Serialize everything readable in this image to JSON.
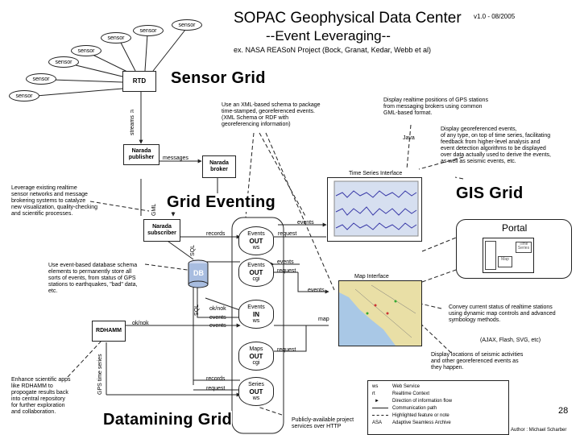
{
  "header": {
    "title": "SOPAC Geophysical Data Center",
    "subtitle": "--Event Leveraging--",
    "project": "ex. NASA REASoN Project (Bock, Granat, Kedar, Webb et al)",
    "version": "v1.0 - 08/2005"
  },
  "grid_labels": {
    "sensor": "Sensor Grid",
    "eventing": "Grid Eventing",
    "gis": "GIS Grid",
    "datamining": "Datamining Grid"
  },
  "sensors": [
    "sensor",
    "sensor",
    "sensor",
    "sensor",
    "sensor",
    "sensor",
    "sensor"
  ],
  "nodes": {
    "rtd": "RTD",
    "narada_publisher": [
      "Narada",
      "publisher"
    ],
    "narada_broker": [
      "Narada",
      "broker"
    ],
    "narada_subscriber": [
      "Narada",
      "subscriber"
    ],
    "rdhamm": "RDHAMM",
    "db": "DB"
  },
  "services": [
    {
      "line1": "Events",
      "line2": "OUT",
      "line3": "ws"
    },
    {
      "line1": "Events",
      "line2": "OUT",
      "line3": "cgi"
    },
    {
      "line1": "Events",
      "line2": "IN",
      "line3": "ws"
    },
    {
      "line1": "Maps",
      "line2": "OUT",
      "line3": "cgi"
    },
    {
      "line1": "Series",
      "line2": "OUT",
      "line3": "ws"
    }
  ],
  "edge_labels": {
    "streams_rt": "streams",
    "rt": "rt",
    "messages_rt": "messages",
    "gml_rt": "GML",
    "records": "records",
    "request": "request",
    "events": "events",
    "sql": "SQL",
    "ok_nok": "ok/nok",
    "ok_nok2": "ok/nok",
    "events2": "events",
    "events3": "events",
    "events4": "events",
    "map": "map",
    "request2": "request",
    "request3": "request",
    "records2": "records",
    "request4": "request",
    "gps_time_series": "GPS time series",
    "java": "Java"
  },
  "interfaces": {
    "time_series": "Time Series Interface",
    "map": "Map Interface",
    "portal": "Portal",
    "time_series_small": "Time Series",
    "map_small": "Map"
  },
  "notes": {
    "xml": [
      "Use an XML-based schema to package",
      "time-stamped, georeferenced events.",
      "(XML Schema or RDF with",
      "georeferencing information)"
    ],
    "display1": [
      "Display realtime positions of GPS stations",
      "from messaging brokers using common",
      "GML-based format."
    ],
    "display2": [
      "Display georeferenced events,",
      "of any type, on top of time series, facilitating",
      "feedback from higher-level analysis and",
      "event detection algorithms to be displayed",
      "over data actually used to derive the events,",
      "as well as seismic events, etc."
    ],
    "leverage": [
      "Leverage existing realtime",
      "sensor networks and message",
      "brokering systems to catalyze",
      "new visualization, quality-checking",
      "and scientific processes."
    ],
    "event_db": [
      "Use event-based database schema",
      "elements to permanently store all",
      "sorts of events, from status of GPS",
      "stations to earthquakes, \"bad\" data,",
      "etc."
    ],
    "convey": [
      "Convey current status of realtime stations",
      "using dynamic map controls and advanced",
      "symbology methods."
    ],
    "ajax": "(AJAX, Flash, SVG, etc)",
    "display_locations": [
      "Display locations of seismic activities",
      "and other georeferenced events as",
      "they happen."
    ],
    "enhance": [
      "Enhance scientific apps",
      "like RDHAMM to",
      "propogate results back",
      "into central repository",
      "for further exploration",
      "and collaboration."
    ],
    "publicly": [
      "Publicly-available project",
      "services over HTTP"
    ]
  },
  "legend": [
    {
      "key": "ws",
      "text": "Web Service"
    },
    {
      "key": "rt",
      "text": "Realtime Context"
    },
    {
      "key": "",
      "text": "Direction of information flow"
    },
    {
      "key": "",
      "text": "Communication path"
    },
    {
      "key": "",
      "text": "Highlighted feature or note"
    },
    {
      "key": "ASA",
      "text": "Adaptive Seamless Archive"
    }
  ],
  "author": "Author : Michael Scharber",
  "page_number": "28",
  "colors": {
    "line": "#222222",
    "ts_blue": "#3a3aa8",
    "ts_bg": "#d6dff0",
    "map_land": "#e9dfa6",
    "map_sea": "#a9c8e6"
  }
}
